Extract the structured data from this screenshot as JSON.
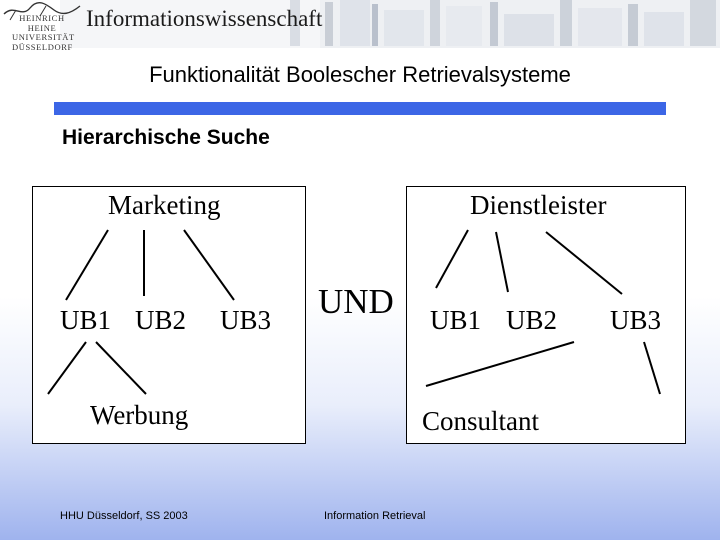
{
  "header": {
    "logo_text": "HEINRICH HEINE\nUNIVERSITÄT\nDÜSSELDORF",
    "title": "Informationswissenschaft"
  },
  "slide": {
    "title": "Funktionalität Boolescher Retrievalsysteme",
    "subtitle": "Hierarchische Suche",
    "accent_color": "#3c66e6"
  },
  "left_tree": {
    "root": "Marketing",
    "children": [
      "UB1",
      "UB2",
      "UB3"
    ],
    "leaf": "Werbung"
  },
  "operator": "UND",
  "right_tree": {
    "root": "Dienstleister",
    "children": [
      "UB1",
      "UB2",
      "UB3"
    ],
    "leaf": "Consultant"
  },
  "footer": {
    "left": "HHU Düsseldorf, SS 2003",
    "center": "Information Retrieval"
  }
}
